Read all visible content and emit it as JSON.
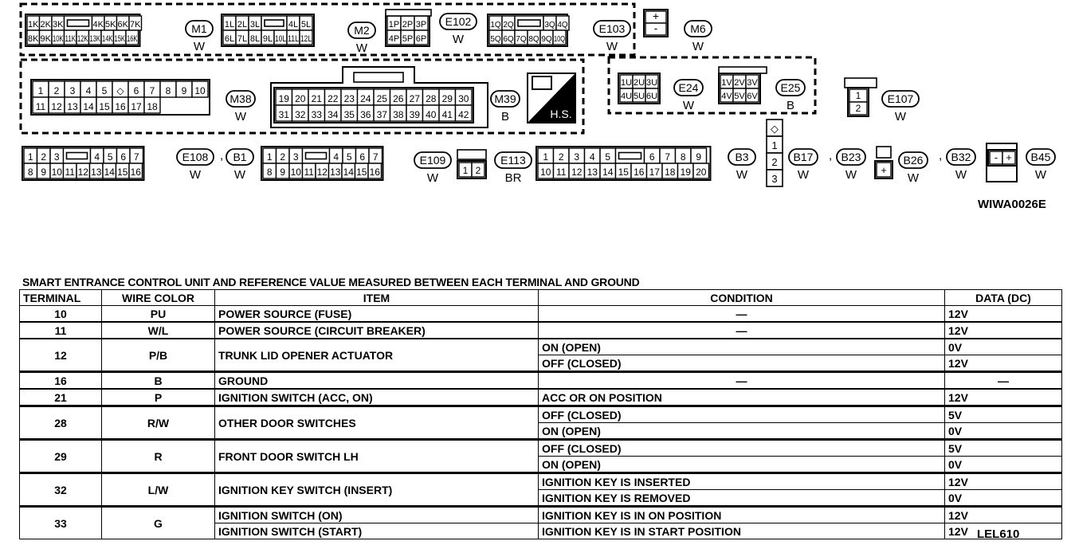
{
  "figure_code": "WIWA0026E",
  "ref_code": "LEL610",
  "connectors": [
    {
      "id": "M1",
      "color": "W"
    },
    {
      "id": "M2",
      "color": "W"
    },
    {
      "id": "E102",
      "color": "W"
    },
    {
      "id": "E103",
      "color": "W"
    },
    {
      "id": "M6",
      "color": "W"
    },
    {
      "id": "M38",
      "color": "W"
    },
    {
      "id": "M39",
      "color": "B"
    },
    {
      "id": "E24",
      "color": "W"
    },
    {
      "id": "E25",
      "color": "B"
    },
    {
      "id": "E107",
      "color": "W"
    },
    {
      "id": "E108",
      "color": "W"
    },
    {
      "id": "B1",
      "color": "W"
    },
    {
      "id": "E109",
      "color": "W"
    },
    {
      "id": "E113",
      "color": "BR"
    },
    {
      "id": "B3",
      "color": "W"
    },
    {
      "id": "B17",
      "color": "W"
    },
    {
      "id": "B23",
      "color": "W"
    },
    {
      "id": "B26",
      "color": "W"
    },
    {
      "id": "B32",
      "color": "W"
    },
    {
      "id": "B45",
      "color": "W"
    }
  ],
  "hs_label": "H.S.",
  "table": {
    "title": "SMART ENTRANCE CONTROL UNIT AND REFERENCE VALUE MEASURED BETWEEN EACH TERMINAL AND GROUND",
    "headers": {
      "terminal": "TERMINAL",
      "wire": "WIRE COLOR",
      "item": "ITEM",
      "condition": "CONDITION",
      "data": "DATA (DC)"
    },
    "rows": [
      {
        "terminal": "10",
        "wire": "PU",
        "item": "POWER SOURCE (FUSE)",
        "conds": [
          {
            "cond": "—",
            "data": "12V"
          }
        ]
      },
      {
        "terminal": "11",
        "wire": "W/L",
        "item": "POWER SOURCE (CIRCUIT BREAKER)",
        "conds": [
          {
            "cond": "—",
            "data": "12V"
          }
        ]
      },
      {
        "terminal": "12",
        "wire": "P/B",
        "item": "TRUNK LID OPENER ACTUATOR",
        "conds": [
          {
            "cond": "ON (OPEN)",
            "data": "0V"
          },
          {
            "cond": "OFF (CLOSED)",
            "data": "12V"
          }
        ]
      },
      {
        "terminal": "16",
        "wire": "B",
        "item": "GROUND",
        "conds": [
          {
            "cond": "—",
            "data": "—"
          }
        ]
      },
      {
        "terminal": "21",
        "wire": "P",
        "item": "IGNITION SWITCH (ACC, ON)",
        "conds": [
          {
            "cond": "ACC OR ON POSITION",
            "data": "12V"
          }
        ]
      },
      {
        "terminal": "28",
        "wire": "R/W",
        "item": "OTHER DOOR SWITCHES",
        "conds": [
          {
            "cond": "OFF (CLOSED)",
            "data": "5V"
          },
          {
            "cond": "ON (OPEN)",
            "data": "0V"
          }
        ]
      },
      {
        "terminal": "29",
        "wire": "R",
        "item": "FRONT DOOR SWITCH LH",
        "conds": [
          {
            "cond": "OFF (CLOSED)",
            "data": "5V"
          },
          {
            "cond": "ON (OPEN)",
            "data": "0V"
          }
        ]
      },
      {
        "terminal": "32",
        "wire": "L/W",
        "item": "IGNITION KEY SWITCH (INSERT)",
        "conds": [
          {
            "cond": "IGNITION KEY IS INSERTED",
            "data": "12V"
          },
          {
            "cond": "IGNITION KEY IS REMOVED",
            "data": "0V"
          }
        ]
      },
      {
        "terminal": "33",
        "wire": "G",
        "items": [
          "IGNITION SWITCH (ON)",
          "IGNITION SWITCH (START)"
        ],
        "conds": [
          {
            "cond": "IGNITION KEY IS IN ON POSITION",
            "data": "12V"
          },
          {
            "cond": "IGNITION KEY IS IN START POSITION",
            "data": "12V"
          }
        ]
      }
    ]
  },
  "pins": {
    "M1": [
      [
        "1K",
        "2K",
        "3K",
        "",
        "4K",
        "5K",
        "6K",
        "7K"
      ],
      [
        "8K",
        "9K",
        "10K",
        "11K",
        "12K",
        "13K",
        "14K",
        "15K",
        "16K"
      ]
    ],
    "M2": [
      [
        "1L",
        "2L",
        "3L",
        "",
        "4L",
        "5L"
      ],
      [
        "6L",
        "7L",
        "8L",
        "9L",
        "10L",
        "11L",
        "12L"
      ]
    ],
    "E102": [
      [
        "1P",
        "2P",
        "3P"
      ],
      [
        "4P",
        "5P",
        "6P"
      ]
    ],
    "E103": [
      [
        "1Q",
        "2Q",
        "",
        "3Q",
        "4Q"
      ],
      [
        "5Q",
        "6Q",
        "7Q",
        "8Q",
        "9Q",
        "10Q"
      ]
    ],
    "M6": [
      [
        "+"
      ],
      [
        "-"
      ]
    ],
    "M38": [
      [
        "1",
        "2",
        "3",
        "4",
        "5",
        "◇",
        "6",
        "7",
        "8",
        "9",
        "10"
      ],
      [
        "11",
        "12",
        "13",
        "14",
        "15",
        "16",
        "17",
        "18"
      ]
    ],
    "M39": [
      [
        "19",
        "20",
        "21",
        "22",
        "23",
        "24",
        "25",
        "26",
        "27",
        "28",
        "29",
        "30"
      ],
      [
        "31",
        "32",
        "33",
        "34",
        "35",
        "36",
        "37",
        "38",
        "39",
        "40",
        "41",
        "42"
      ]
    ],
    "E24": [
      [
        "1U",
        "2U",
        "3U"
      ],
      [
        "4U",
        "5U",
        "6U"
      ]
    ],
    "E25": [
      [
        "1V",
        "2V",
        "3V"
      ],
      [
        "4V",
        "5V",
        "6V"
      ]
    ],
    "E107": [
      [
        "1"
      ],
      [
        "2"
      ]
    ],
    "E108": [
      [
        "1",
        "2",
        "3",
        "",
        "4",
        "5",
        "6",
        "7"
      ],
      [
        "8",
        "9",
        "10",
        "11",
        "12",
        "13",
        "14",
        "15",
        "16"
      ]
    ],
    "E109": [
      [
        "1",
        "2",
        "3",
        "",
        "4",
        "5",
        "6",
        "7"
      ],
      [
        "8",
        "9",
        "10",
        "11",
        "12",
        "13",
        "14",
        "15",
        "16"
      ]
    ],
    "E113": [
      [
        "1",
        "2"
      ]
    ],
    "B3": [
      [
        "1",
        "2",
        "3",
        "4",
        "5",
        "",
        "6",
        "7",
        "8",
        "9"
      ],
      [
        "10",
        "11",
        "12",
        "13",
        "14",
        "15",
        "16",
        "17",
        "18",
        "19",
        "20"
      ]
    ],
    "B17": [
      [
        "◇",
        "1",
        "2",
        "3"
      ]
    ],
    "B26": [
      [
        "+"
      ]
    ],
    "B45": [
      [
        "-",
        "+"
      ]
    ]
  }
}
